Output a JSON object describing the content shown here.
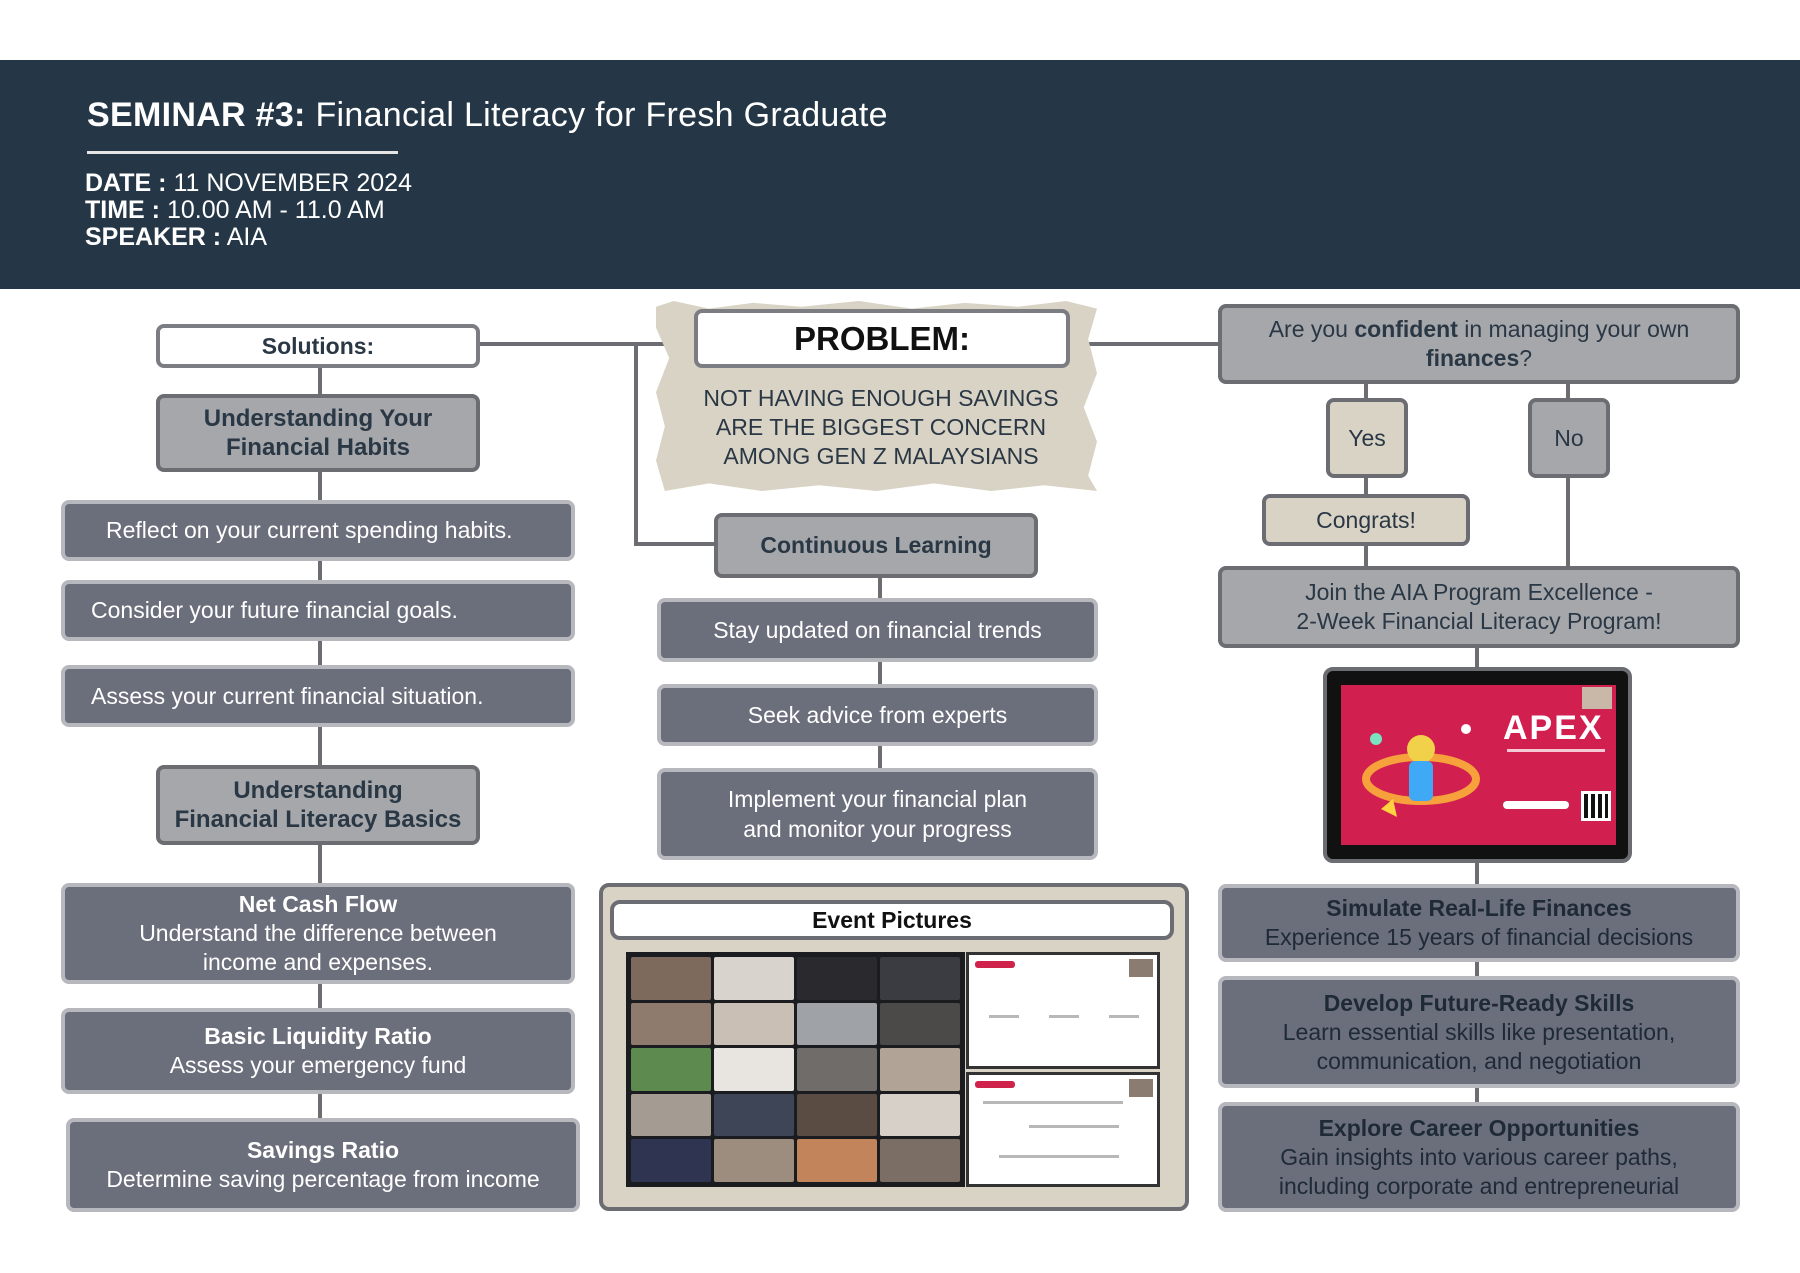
{
  "header": {
    "title_bold": "SEMINAR #3:",
    "title_rest": "Financial Literacy for Fresh Graduate",
    "date_label": "DATE :",
    "date_value": "11 NOVEMBER 2024",
    "time_label": "TIME :",
    "time_value": "10.00 AM - 11.0 AM",
    "speaker_label": "SPEAKER :",
    "speaker_value": "AIA"
  },
  "solutions": {
    "title": "Solutions:",
    "habits": {
      "title_line1": "Understanding Your",
      "title_line2": "Financial Habits",
      "items": [
        "Reflect on your current spending habits.",
        "Consider your future financial goals.",
        "Assess your current financial situation."
      ]
    },
    "basics": {
      "title_line1": "Understanding",
      "title_line2": "Financial Literacy Basics",
      "items": [
        {
          "heading": "Net Cash Flow",
          "text_line1": "Understand the difference between",
          "text_line2": "income and expenses."
        },
        {
          "heading": "Basic Liquidity Ratio",
          "text_line1": "Assess your emergency fund",
          "text_line2": ""
        },
        {
          "heading": "Savings Ratio",
          "text_line1": "Determine saving percentage from income",
          "text_line2": ""
        }
      ]
    }
  },
  "problem": {
    "title": "PROBLEM:",
    "text_line1": "NOT HAVING ENOUGH SAVINGS",
    "text_line2": "ARE THE BIGGEST CONCERN",
    "text_line3": "AMONG GEN Z MALAYSIANS"
  },
  "learning": {
    "title": "Continuous Learning",
    "items": [
      {
        "line1": "Stay updated on financial trends",
        "line2": ""
      },
      {
        "line1": "Seek advice from experts",
        "line2": ""
      },
      {
        "line1": "Implement your financial plan",
        "line2": "and monitor your progress"
      }
    ]
  },
  "events": {
    "title": "Event Pictures"
  },
  "question": {
    "pre": "Are you ",
    "bold1": "confident",
    "mid": " in managing your own",
    "bold2": "finances",
    "post": "?",
    "yes": "Yes",
    "no": "No",
    "congrats": "Congrats!"
  },
  "program": {
    "line1": "Join the AIA Program Excellence -",
    "line2": "2-Week Financial Literacy Program!",
    "screen_logo": "APEX",
    "benefits": [
      {
        "heading": "Simulate Real-Life Finances",
        "line1": "Experience 15 years of financial decisions",
        "line2": ""
      },
      {
        "heading": "Develop Future-Ready Skills",
        "line1": "Learn essential skills like presentation,",
        "line2": "communication, and negotiation"
      },
      {
        "heading": "Explore Career Opportunities",
        "line1": "Gain insights into various career paths,",
        "line2": "including corporate and entrepreneurial"
      }
    ]
  },
  "colors": {
    "header_bg": "#253746",
    "dark_box": "#6b6e7b",
    "light_box": "#a5a7ab",
    "beige": "#d9d3c5",
    "apex_red": "#d11f4f"
  }
}
